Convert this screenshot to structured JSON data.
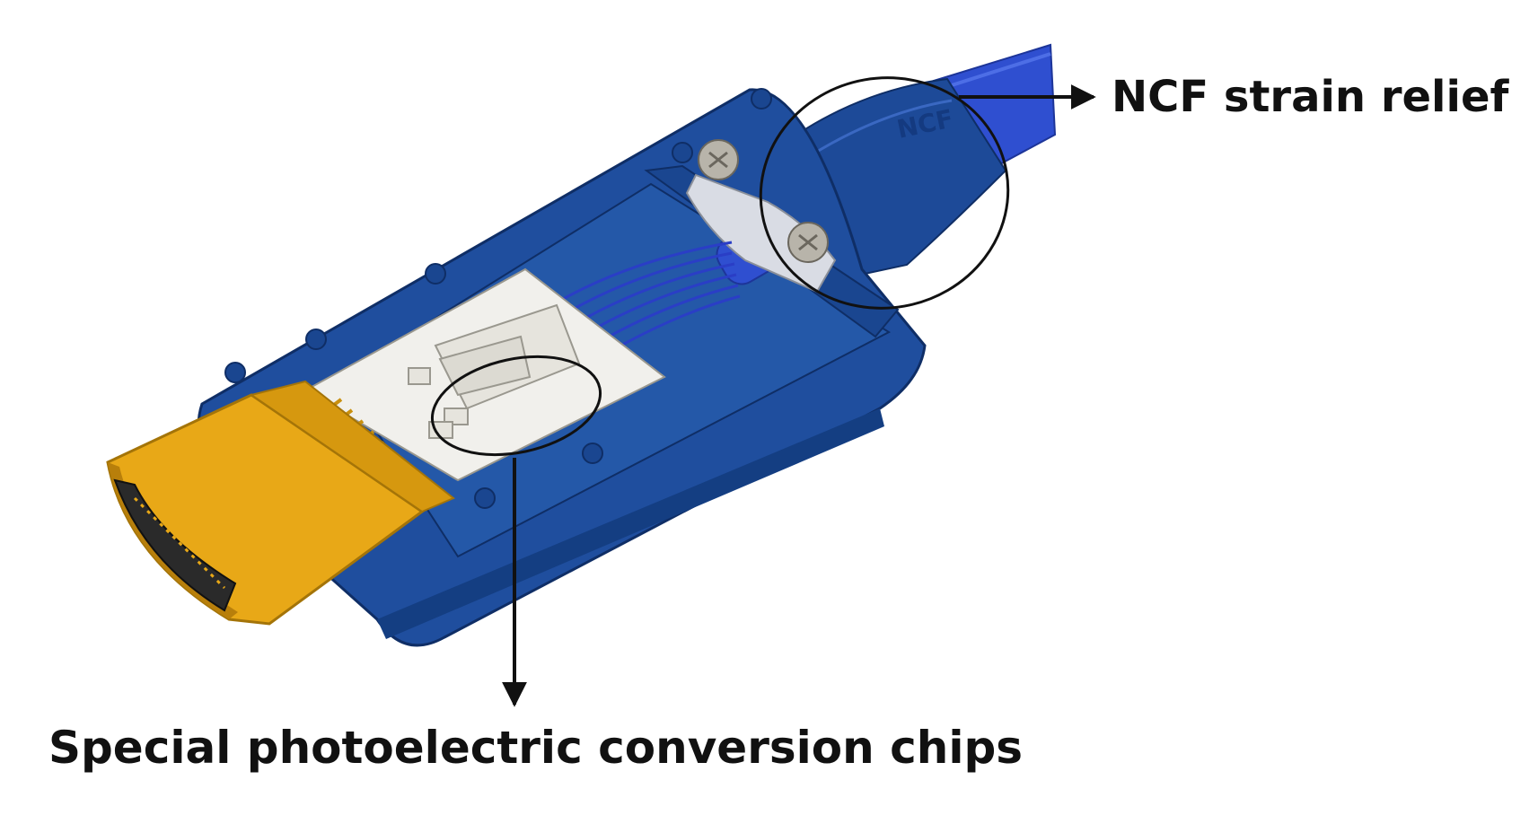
{
  "diagram": {
    "subject": "HDMI active optical cable connector, cutaway view",
    "callouts": [
      {
        "id": "strain-relief",
        "label": "NCF strain relief"
      },
      {
        "id": "chips",
        "label": "Special photoelectric conversion chips"
      }
    ],
    "embossed_text": "NCF"
  },
  "colors": {
    "housing_blue": "#1f4e9e",
    "housing_dark": "#123a7a",
    "cable_blue": "#2f4fd0",
    "connector_gold": "#e8a817",
    "module_white": "#f1f0ec",
    "annotation_black": "#111111"
  }
}
